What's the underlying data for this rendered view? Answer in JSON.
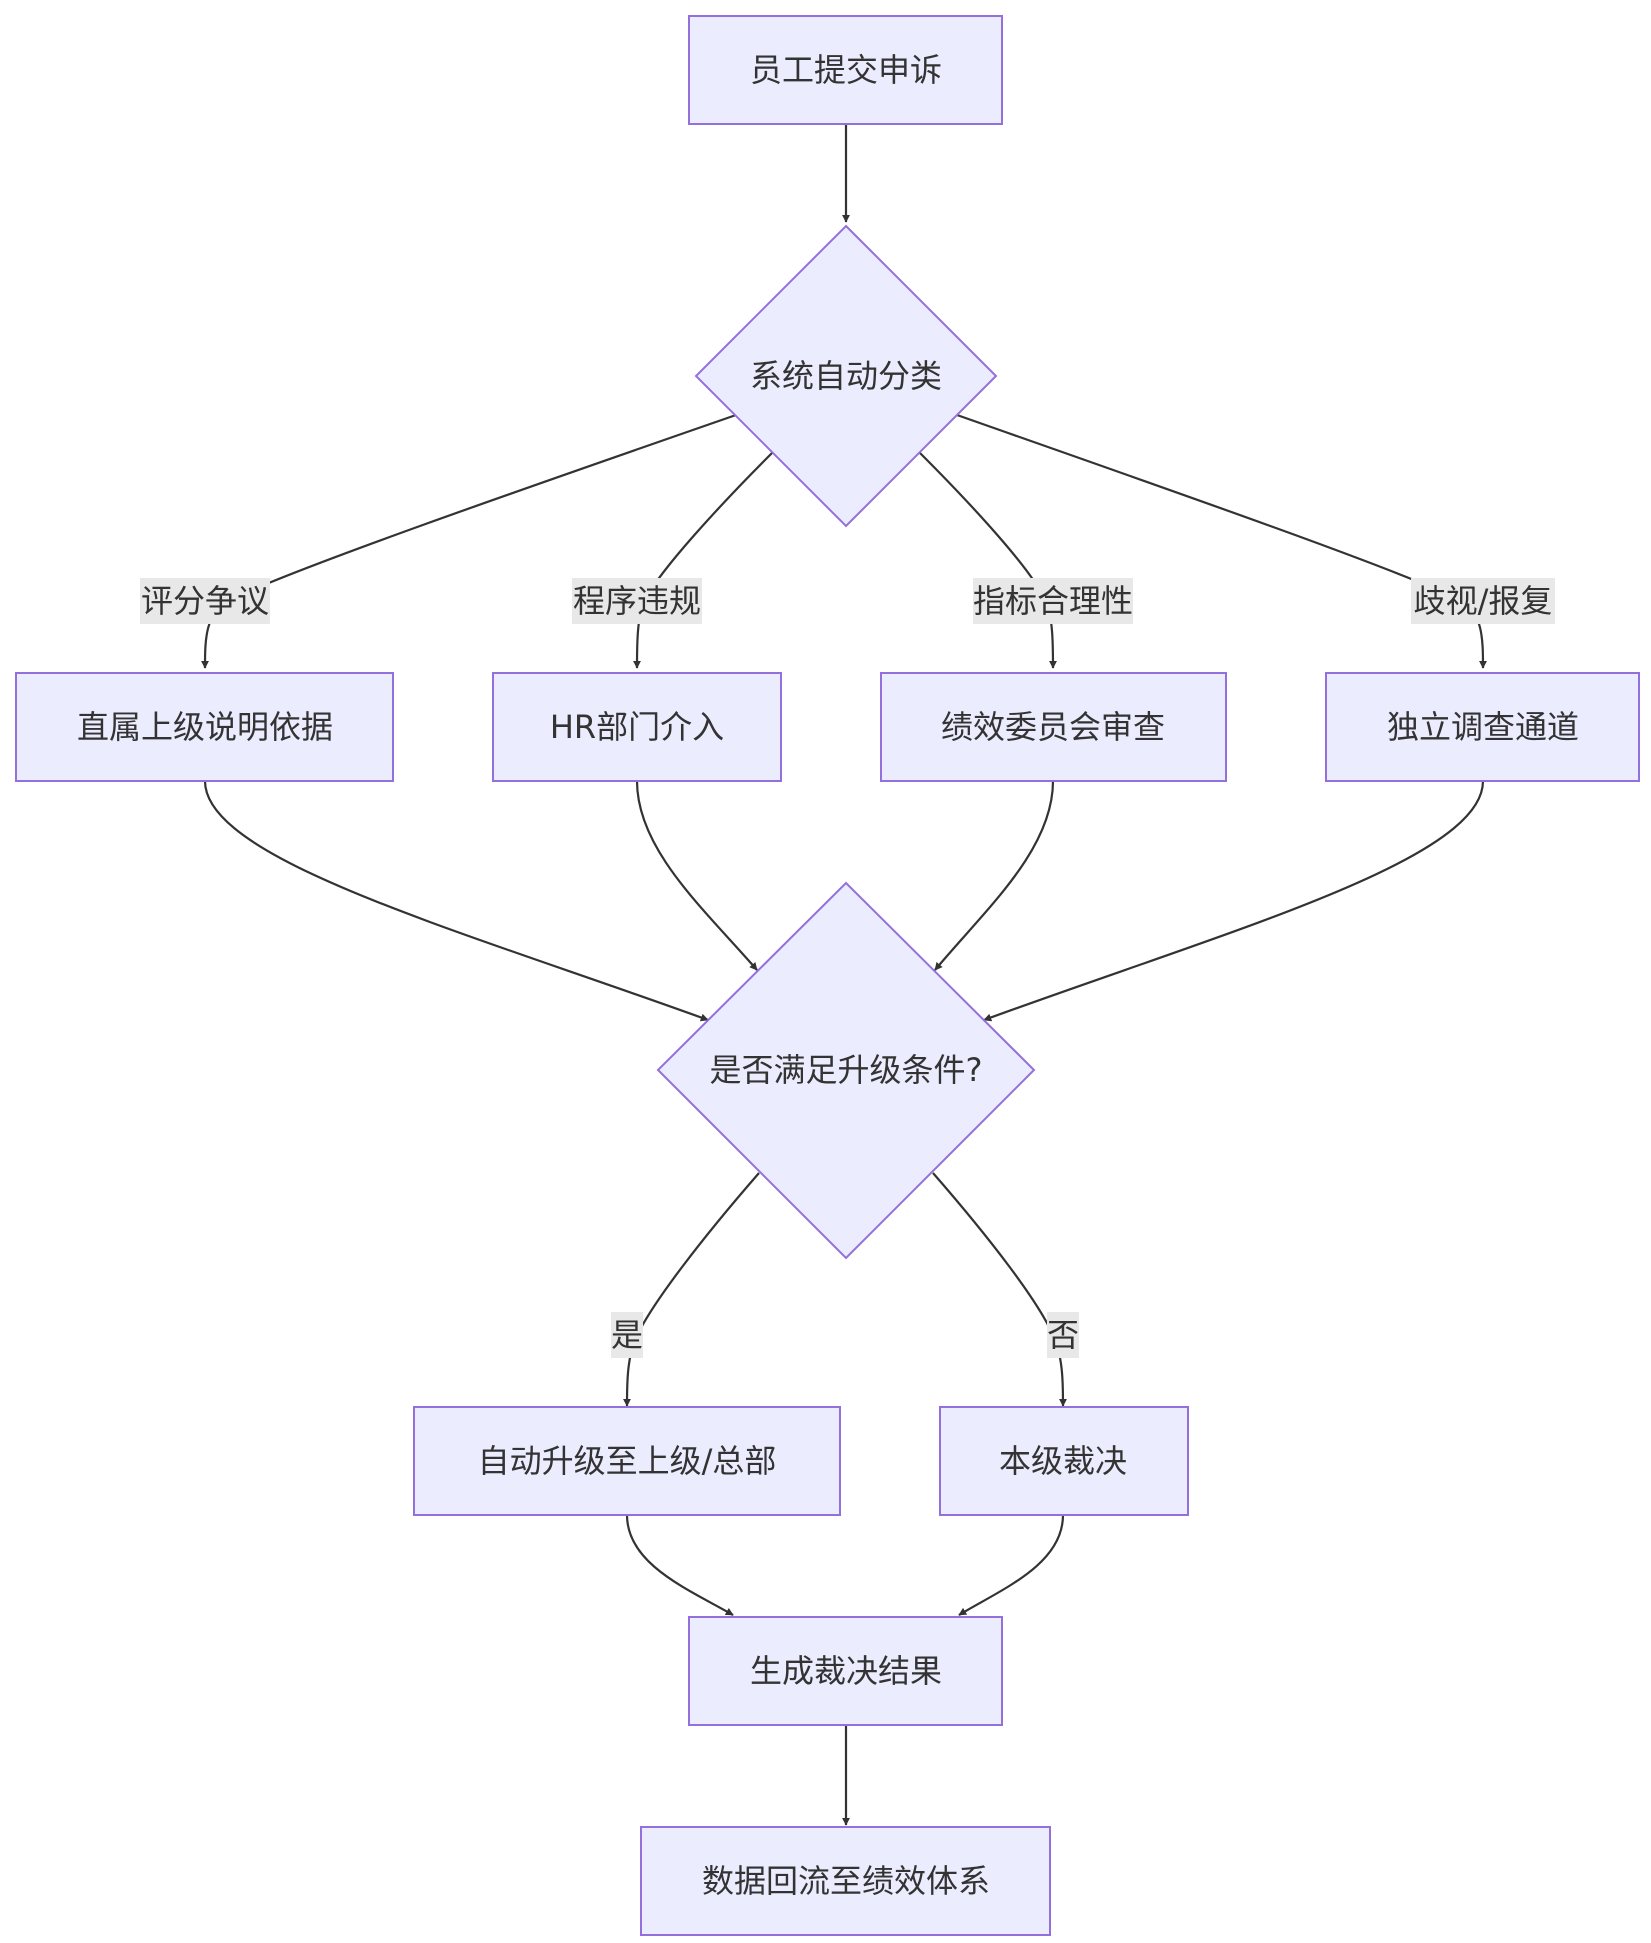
{
  "nodes": {
    "start": "员工提交申诉",
    "classify": "系统自动分类",
    "supervisor": "直属上级说明依据",
    "hr": "HR部门介入",
    "committee": "绩效委员会审查",
    "independent": "独立调查通道",
    "decision": "是否满足升级条件?",
    "escalate": "自动升级至上级/总部",
    "local": "本级裁决",
    "result": "生成裁决结果",
    "feedback": "数据回流至绩效体系"
  },
  "edges": {
    "rating_dispute": "评分争议",
    "procedure_violation": "程序违规",
    "metric_reasonableness": "指标合理性",
    "discrimination_retaliation": "歧视/报复",
    "yes": "是",
    "no": "否"
  },
  "colors": {
    "node_fill": "#ececff",
    "node_stroke": "#9370db",
    "edge": "#333333",
    "label_bg": "#e8e8e8",
    "text": "#333333"
  }
}
